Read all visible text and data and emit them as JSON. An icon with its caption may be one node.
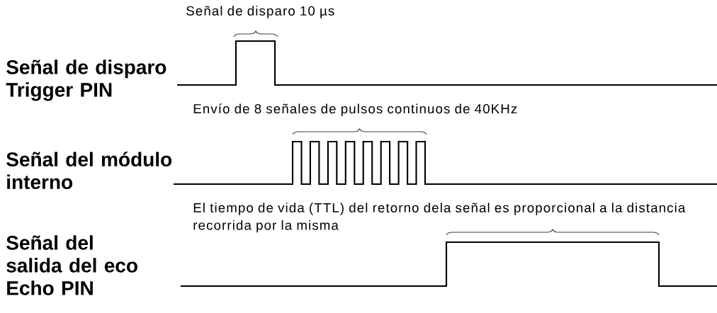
{
  "diagram": {
    "labels": [
      "Señal de disparo 10 µs",
      "Señal de disparo Trigger PIN",
      "Envío de 8 señales de pulsos continuos de 40KHz",
      "Señal del módulo interno",
      "El tiempo de vida (TTL) del retorno dela señal es proporcional a la distancia recorrida por la misma",
      "Señal del salida del eco Echo PIN"
    ]
  }
}
